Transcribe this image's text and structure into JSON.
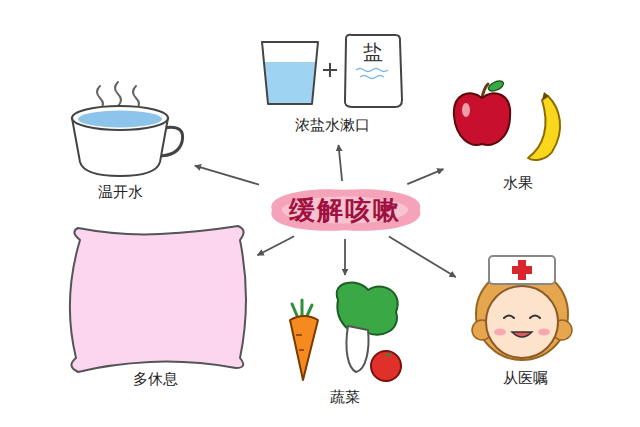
{
  "diagram": {
    "nodes": [
      {
        "text": [
          "浓盐水漱口"
        ]
      },
      {
        "text": [
          "温开水"
        ]
      },
      {
        "text": [
          "水果"
        ]
      },
      {
        "text": [
          "缓解咳嗽"
        ]
      },
      {
        "text": [
          "多休息"
        ]
      },
      {
        "text": [
          "从医嘱"
        ]
      },
      {
        "text": [
          "蔬菜"
        ]
      }
    ],
    "edges": [
      {
        "from": 3,
        "to": 0,
        "arrow": "to"
      },
      {
        "from": 3,
        "to": 1,
        "arrow": "to"
      },
      {
        "from": 3,
        "to": 2,
        "arrow": "to"
      },
      {
        "from": 3,
        "to": 4,
        "arrow": "to"
      },
      {
        "from": 3,
        "to": 5,
        "arrow": "to"
      },
      {
        "from": 3,
        "to": 6,
        "arrow": "to"
      }
    ],
    "labels": [
      "盐"
    ]
  }
}
